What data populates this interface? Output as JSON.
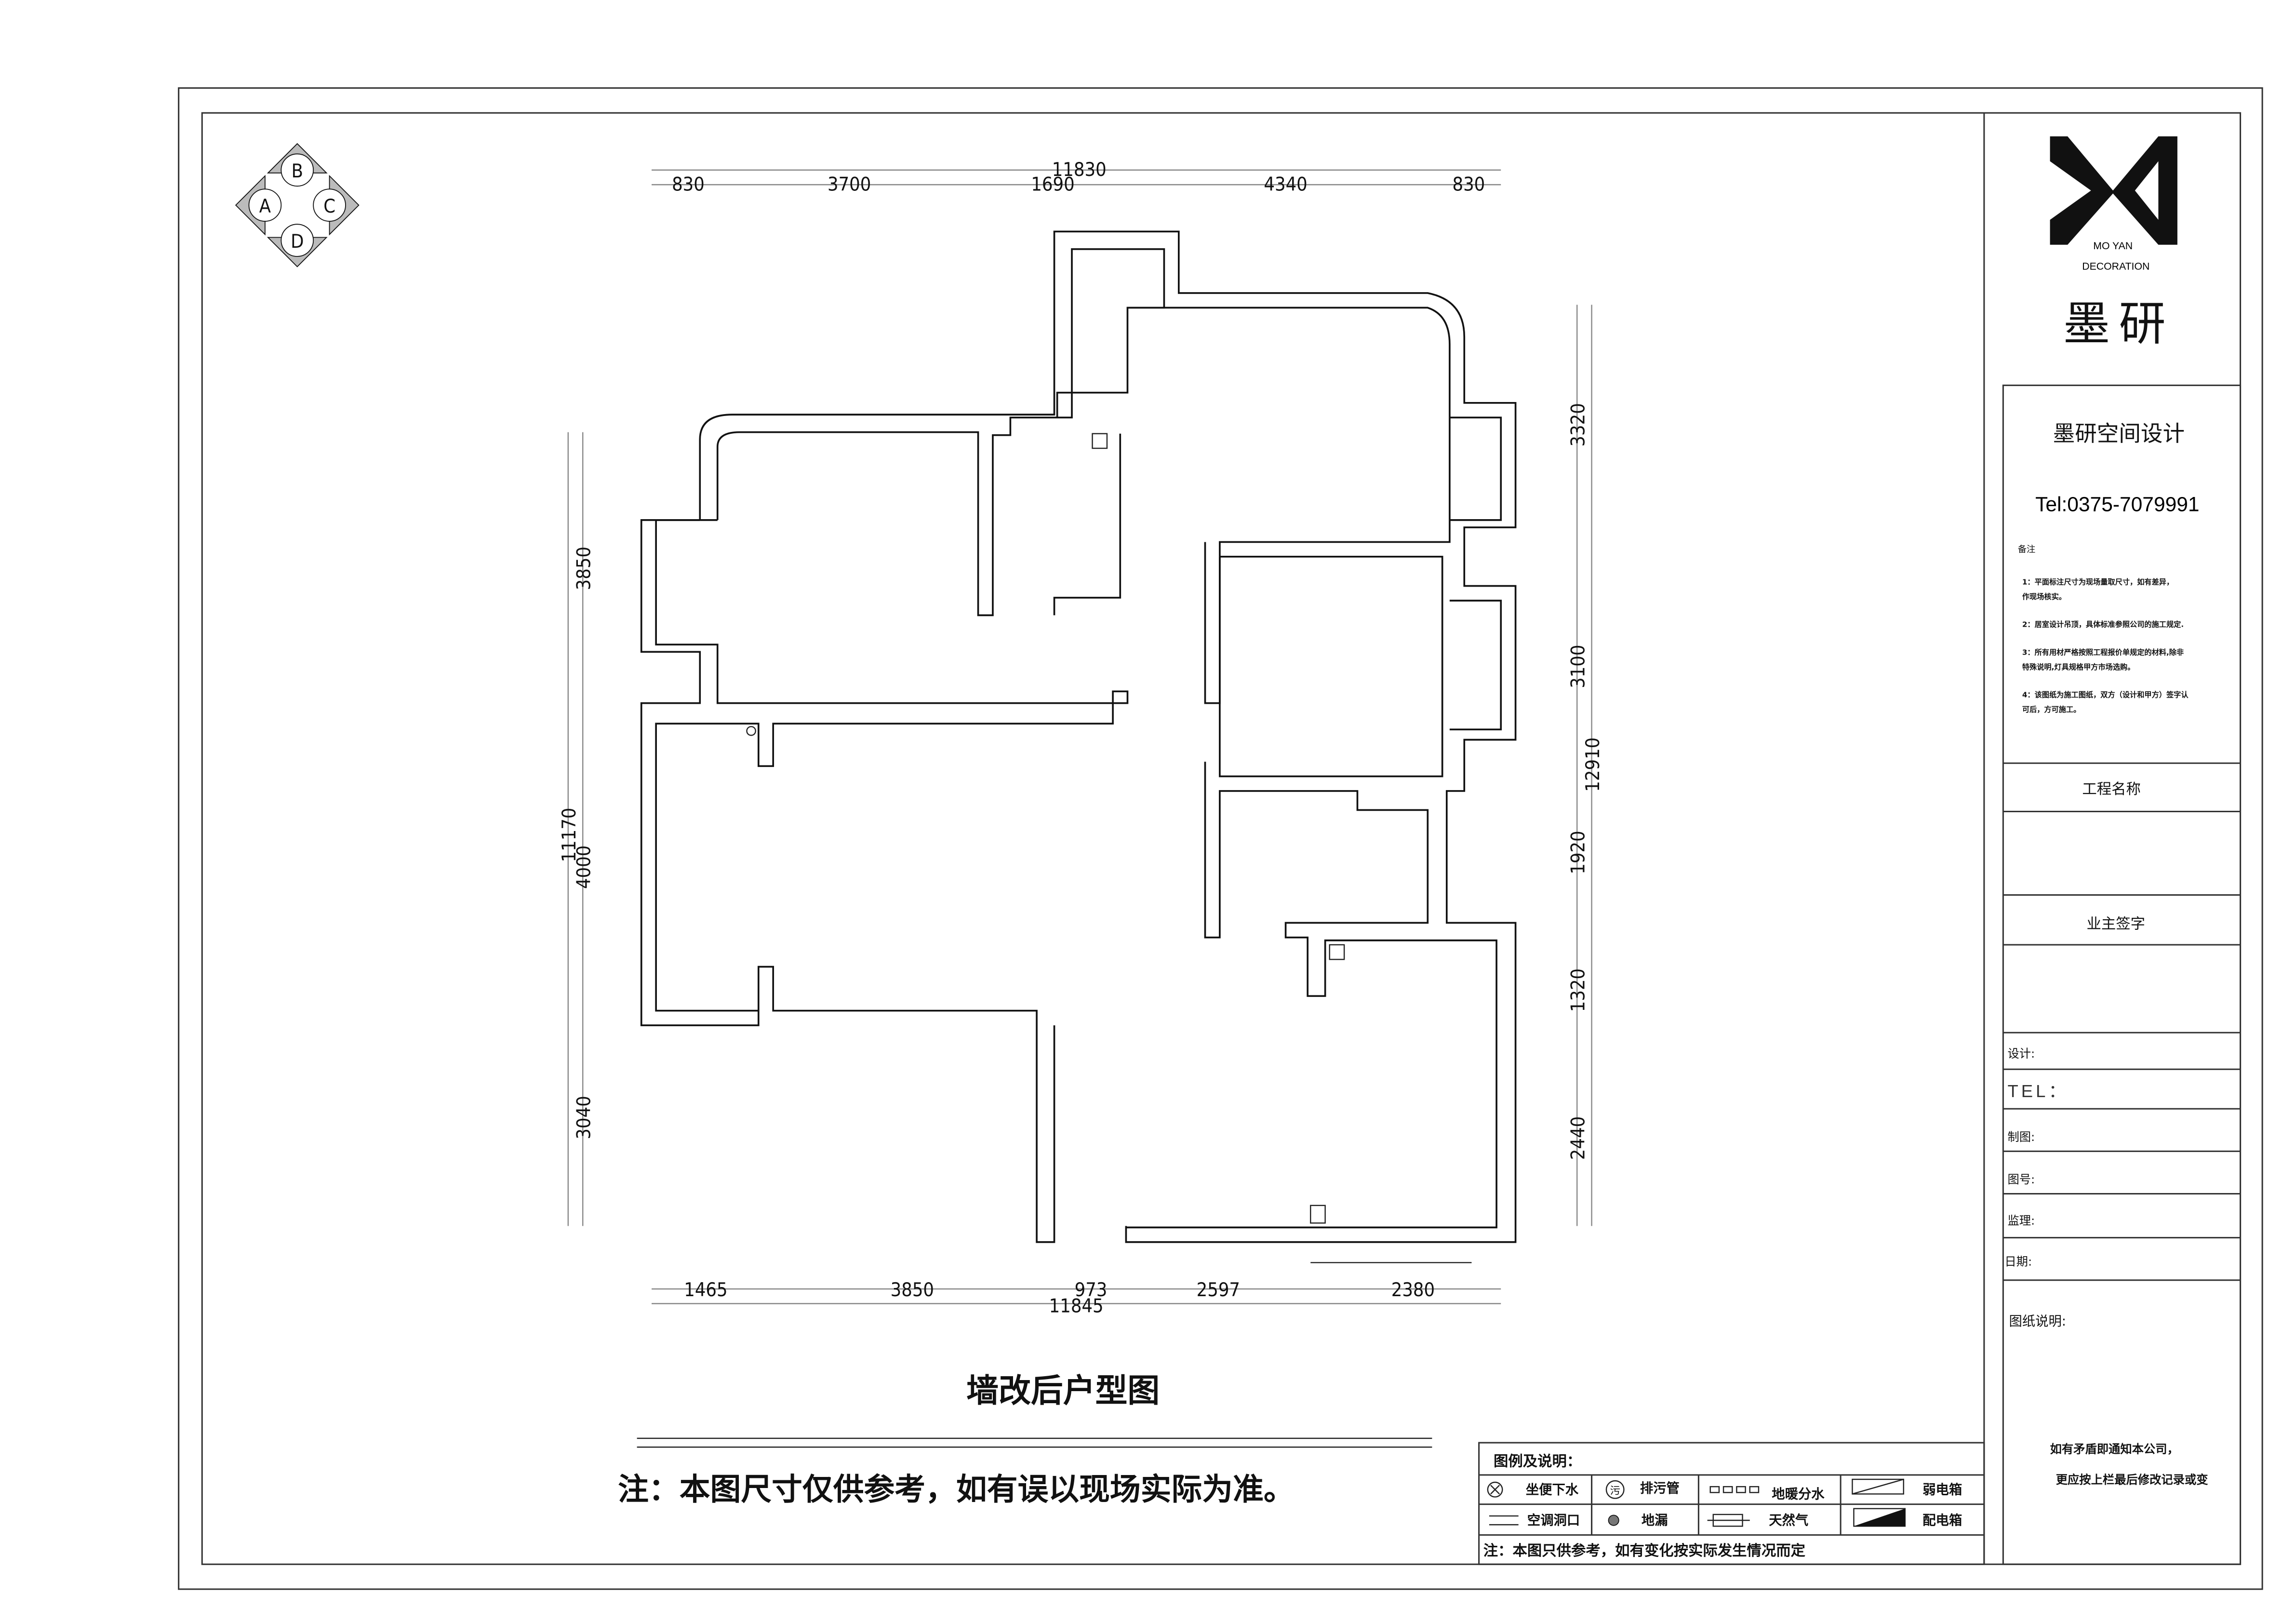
{
  "drawing": {
    "title": "墙改后户型图",
    "note": "注：本图尺寸仅供参考，如有误以现场实际为准。",
    "compass": [
      "A",
      "B",
      "C",
      "D"
    ],
    "dims_top": {
      "total": "11830",
      "segments": [
        "830",
        "3700",
        "1690",
        "4340",
        "830"
      ]
    },
    "dims_bottom": {
      "total": "11845",
      "segments": [
        "1465",
        "3850",
        "973",
        "2597",
        "2380"
      ]
    },
    "dims_left": {
      "total": "11170",
      "segments": [
        "3850",
        "4000",
        "3040"
      ]
    },
    "dims_right": {
      "total": "12910",
      "segments": [
        "3320",
        "3100",
        "1920",
        "1320",
        "2440"
      ]
    }
  },
  "legend": {
    "title": "图例及说明：",
    "items": [
      {
        "icon": "toilet-drain-icon",
        "label": "坐便下水"
      },
      {
        "icon": "sewage-pipe-icon",
        "label": "排污管",
        "glyph": "污"
      },
      {
        "icon": "floor-heating-manifold-icon",
        "label": "地暖分水"
      },
      {
        "icon": "weak-current-box-icon",
        "label": "弱电箱"
      },
      {
        "icon": "ac-hole-icon",
        "label": "空调洞口"
      },
      {
        "icon": "floor-drain-icon",
        "label": "地漏"
      },
      {
        "icon": "natural-gas-icon",
        "label": "天然气"
      },
      {
        "icon": "distribution-box-icon",
        "label": "配电箱"
      }
    ],
    "footer": "注：本图只供参考，如有变化按实际发生情况而定"
  },
  "titleblock": {
    "logo_line1": "MO YAN",
    "logo_line2": "DECORATION",
    "brand": "墨研",
    "company": "墨研空间设计",
    "tel": "Tel:0375-7079991",
    "remarks_label": "备注",
    "remarks": [
      "1：平面标注尺寸为现场量取尺寸，如有差异，",
      "作现场核实。",
      "2：居室设计吊顶，具体标准参照公司的施工规定.",
      "3：所有用材严格按照工程报价单规定的材料,除非",
      "特殊说明,灯具规格甲方市场选购。",
      "4：该图纸为施工图纸，双方（设计和甲方）签字认",
      "可后，方可施工。"
    ],
    "project_name": "工程名称",
    "owner_sign": "业主签字",
    "fields": [
      "设计:",
      "TEL：",
      "制图:",
      "图号:",
      "监理:",
      "日期:"
    ],
    "drawing_desc": "图纸说明:",
    "footer1": "如有矛盾即通知本公司，",
    "footer2": "更应按上栏最后修改记录或变"
  }
}
